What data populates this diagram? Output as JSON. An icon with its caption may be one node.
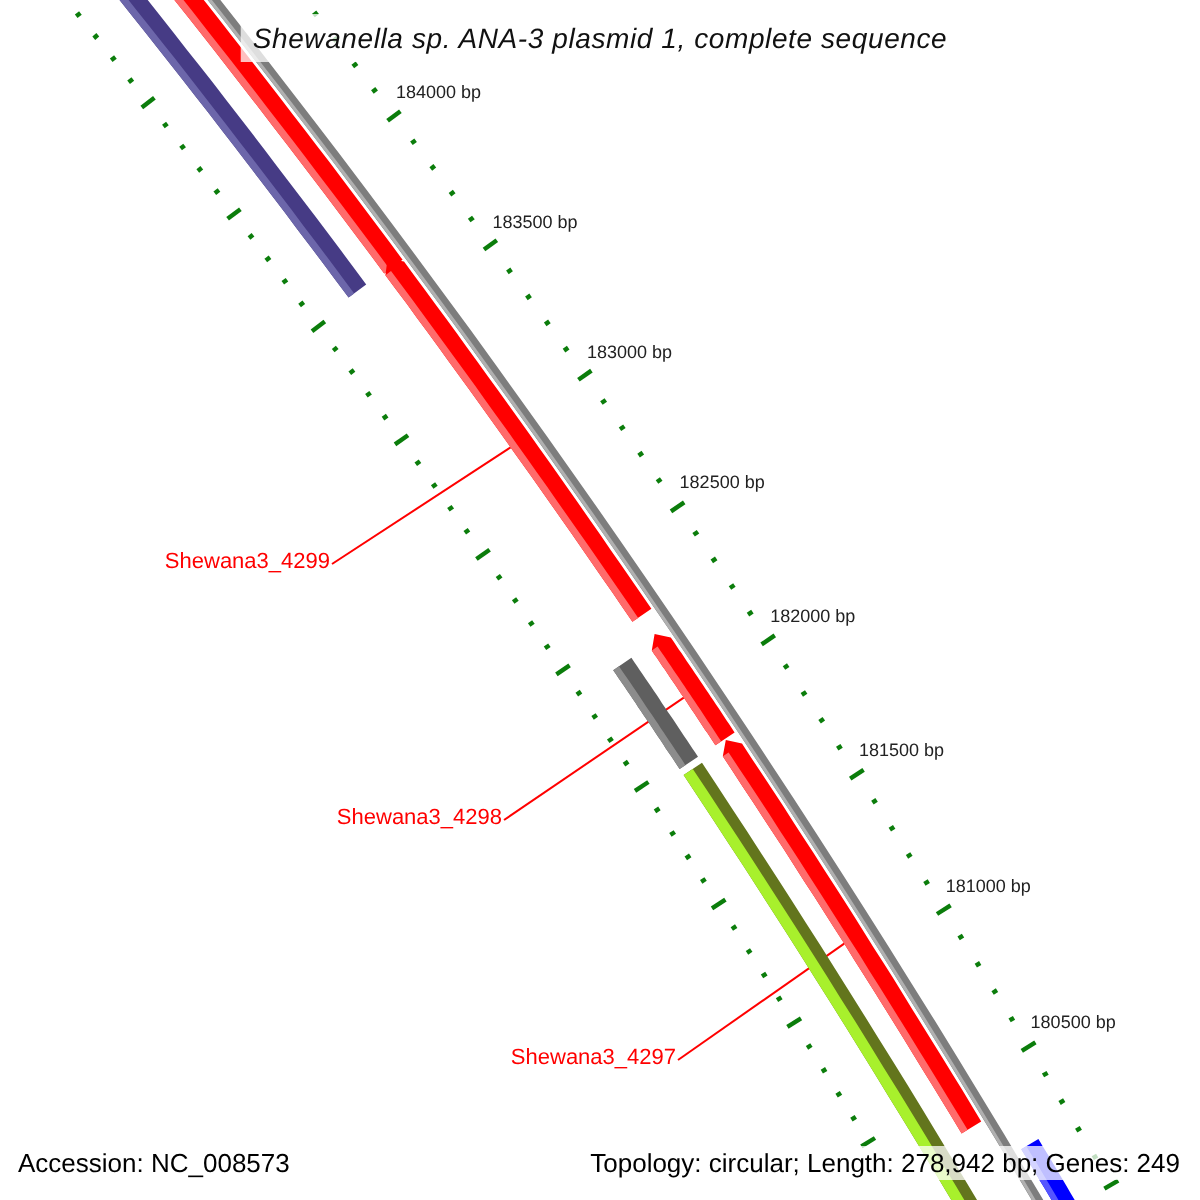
{
  "diagram": {
    "title": "Shewanella sp. ANA-3 plasmid 1, complete sequence",
    "nodes": [
      {
        "text": [
          "Shewana3_4299"
        ]
      },
      {
        "text": [],
        "shape": "bar"
      },
      {
        "text": [
          "Shewana3_4298"
        ]
      },
      {
        "text": [],
        "shape": "bar"
      },
      {
        "text": [
          "Shewana3_4297"
        ]
      },
      {
        "text": [],
        "shape": "bar"
      }
    ],
    "edges": [
      {
        "from": 0,
        "to": 1,
        "arrow": "none"
      },
      {
        "from": 2,
        "to": 3,
        "arrow": "none"
      },
      {
        "from": 4,
        "to": 5,
        "arrow": "none"
      }
    ],
    "labels": [
      "184000 bp",
      "183500 bp",
      "183000 bp",
      "182500 bp",
      "182000 bp",
      "181500 bp",
      "181000 bp",
      "180500 bp",
      "Accession: NC_008573",
      "Topology: circular; Length: 278,942 bp; Genes: 249"
    ]
  }
}
